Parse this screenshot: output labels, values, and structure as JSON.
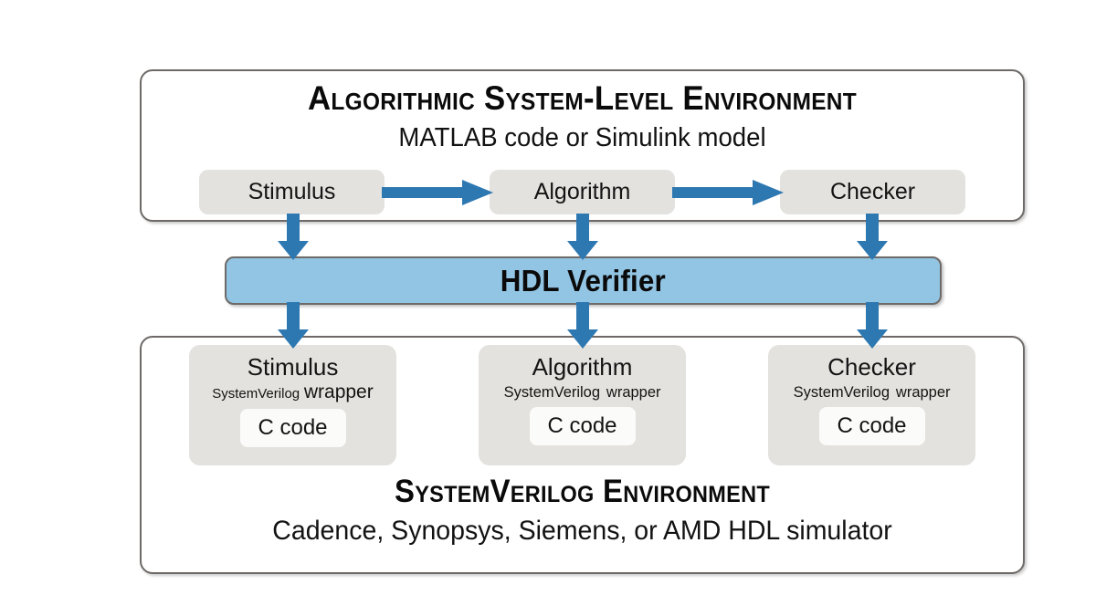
{
  "colors": {
    "arrow_blue": "#2E78B2",
    "hdl_bar_fill": "#92C5E4",
    "box_grey": "#E3E2DE",
    "container_border": "#6E6A68",
    "ccode_white": "#FBFBFA",
    "text": "#141414"
  },
  "top_section": {
    "title": "Algorithmic System-Level Environment",
    "subtitle": "MATLAB code or Simulink model",
    "blocks": [
      {
        "label": "Stimulus"
      },
      {
        "label": "Algorithm"
      },
      {
        "label": "Checker"
      }
    ]
  },
  "middle_section": {
    "label": "HDL Verifier"
  },
  "bottom_section": {
    "title": "SystemVerilog Environment",
    "subtitle": "Cadence, Synopsys, Siemens, or AMD HDL simulator",
    "blocks": [
      {
        "title": "Stimulus",
        "sub_language": "SystemVerilog",
        "sub_kind": "wrapper",
        "inner": "C code"
      },
      {
        "title": "Algorithm",
        "sub_language": "SystemVerilog",
        "sub_kind": "wrapper",
        "inner": "C code"
      },
      {
        "title": "Checker",
        "sub_language": "SystemVerilog",
        "sub_kind": "wrapper",
        "inner": "C code"
      }
    ]
  },
  "arrows": {
    "horizontal": [
      {
        "from": "Stimulus",
        "to": "Algorithm"
      },
      {
        "from": "Algorithm",
        "to": "Checker"
      }
    ],
    "vertical_down_to_hdl": [
      {
        "from": "Stimulus",
        "to": "HDL Verifier"
      },
      {
        "from": "Algorithm",
        "to": "HDL Verifier"
      },
      {
        "from": "Checker",
        "to": "HDL Verifier"
      }
    ],
    "vertical_down_from_hdl": [
      {
        "from": "HDL Verifier",
        "to": "Stimulus wrapper"
      },
      {
        "from": "HDL Verifier",
        "to": "Algorithm wrapper"
      },
      {
        "from": "HDL Verifier",
        "to": "Checker wrapper"
      }
    ]
  }
}
